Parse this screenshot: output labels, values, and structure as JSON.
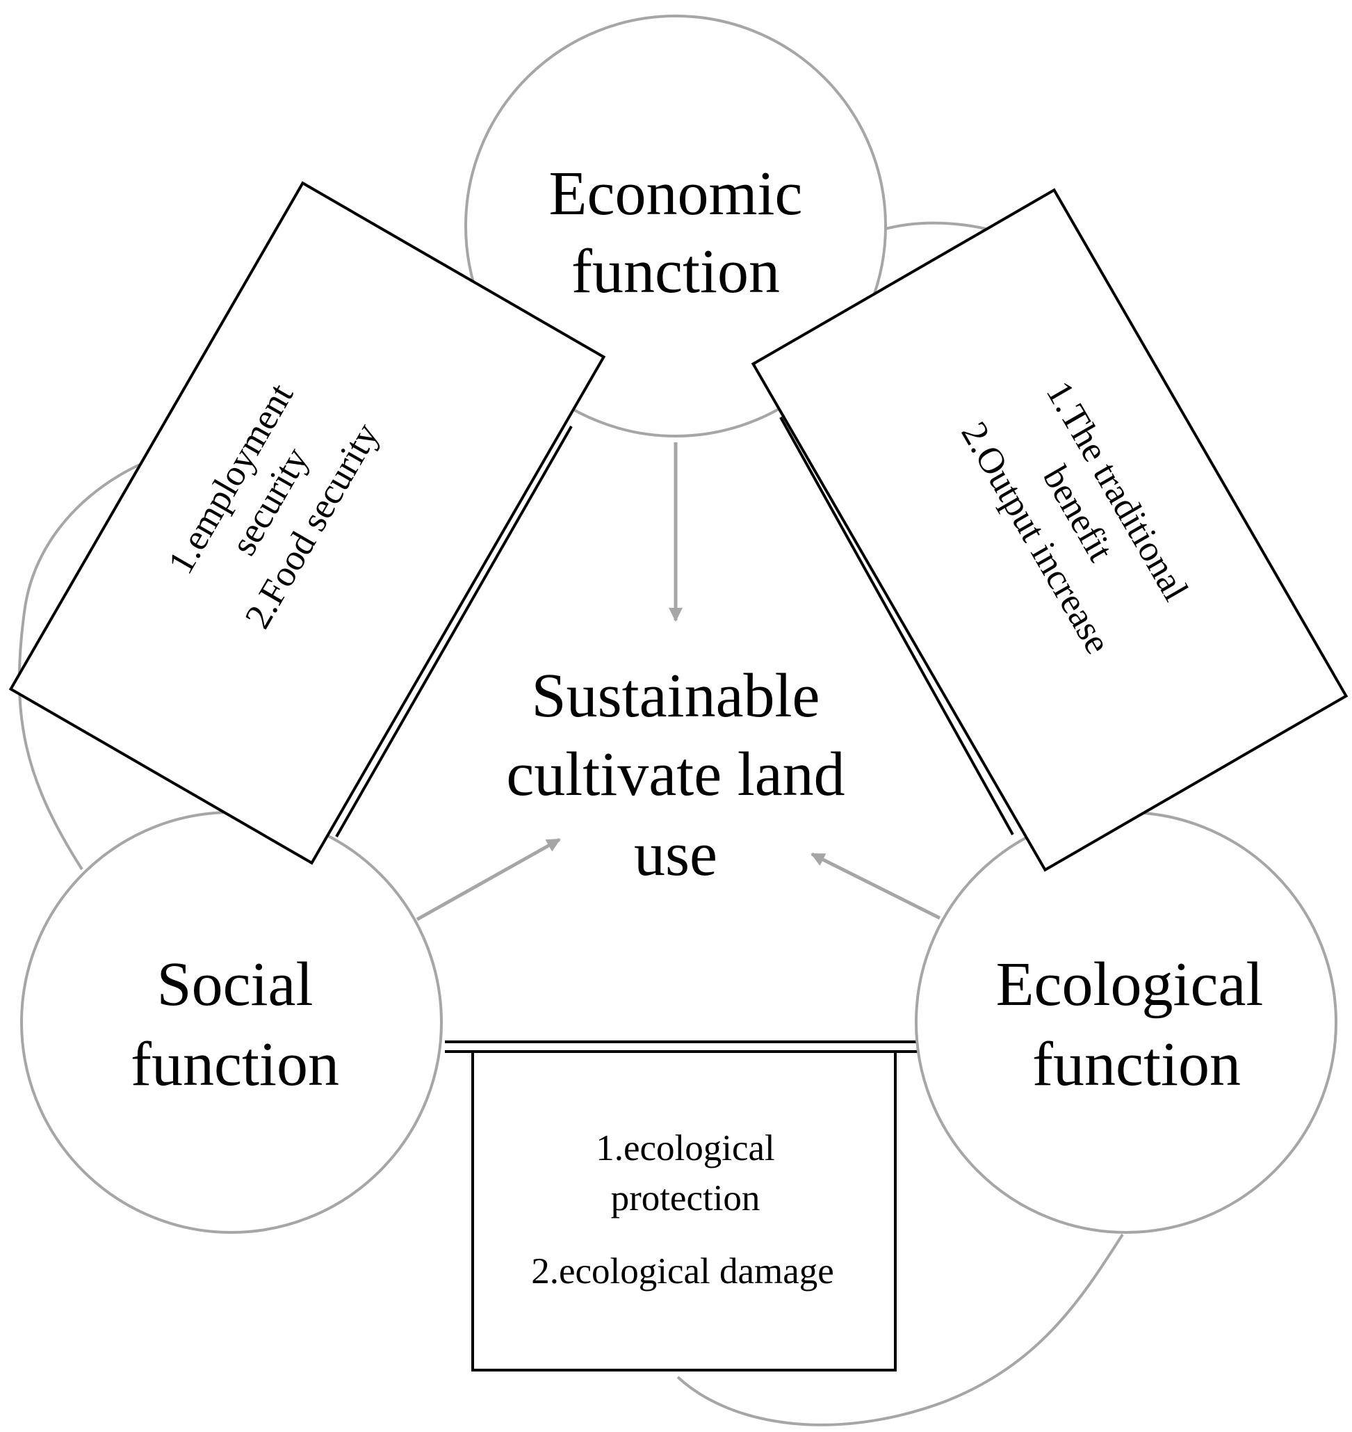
{
  "nodes": {
    "economic": {
      "line1": "Economic",
      "line2": "function"
    },
    "social": {
      "line1": "Social",
      "line2": "function"
    },
    "ecological": {
      "line1": "Ecological",
      "line2": "function"
    },
    "center": {
      "line1": "Sustainable",
      "line2": "cultivate land",
      "line3": "use"
    }
  },
  "boxes": {
    "social_economic": {
      "line1": "1.employment",
      "line2": "security",
      "line3": "2.Food security"
    },
    "economic_ecological": {
      "line1": "1.The traditional",
      "line2": "benefit",
      "line3": "2.Output increase"
    },
    "social_ecological": {
      "line1": "1.ecological",
      "line2": "protection",
      "line3": "2.ecological damage"
    }
  },
  "colors": {
    "circle_stroke": "#a6a6a6",
    "arrow": "#a6a6a6",
    "box_stroke": "#000000"
  }
}
